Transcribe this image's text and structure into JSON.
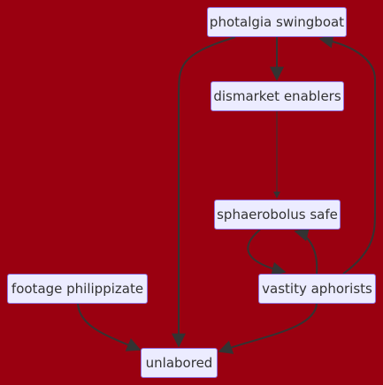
{
  "colors": {
    "background": "#9a0010",
    "node_fill": "#ececff",
    "node_border": "#9370db",
    "edge": "#333333",
    "text": "#333333"
  },
  "diagram": {
    "nodes": [
      {
        "id": "photalgia",
        "label": "photalgia swingboat"
      },
      {
        "id": "dismarket",
        "label": "dismarket enablers"
      },
      {
        "id": "sphaero",
        "label": "sphaerobolus safe"
      },
      {
        "id": "footage",
        "label": "footage philippizate"
      },
      {
        "id": "vastity",
        "label": "vastity aphorists"
      },
      {
        "id": "unlabored",
        "label": "unlabored"
      }
    ],
    "edges": [
      {
        "from": "photalgia",
        "to": "dismarket",
        "style": "solid"
      },
      {
        "from": "dismarket",
        "to": "sphaero",
        "style": "thin"
      },
      {
        "from": "photalgia",
        "to": "unlabored",
        "style": "solid"
      },
      {
        "from": "sphaero",
        "to": "vastity",
        "style": "solid"
      },
      {
        "from": "vastity",
        "to": "sphaero",
        "style": "solid"
      },
      {
        "from": "vastity",
        "to": "photalgia",
        "style": "solid"
      },
      {
        "from": "footage",
        "to": "unlabored",
        "style": "solid"
      },
      {
        "from": "vastity",
        "to": "unlabored",
        "style": "solid"
      }
    ]
  }
}
